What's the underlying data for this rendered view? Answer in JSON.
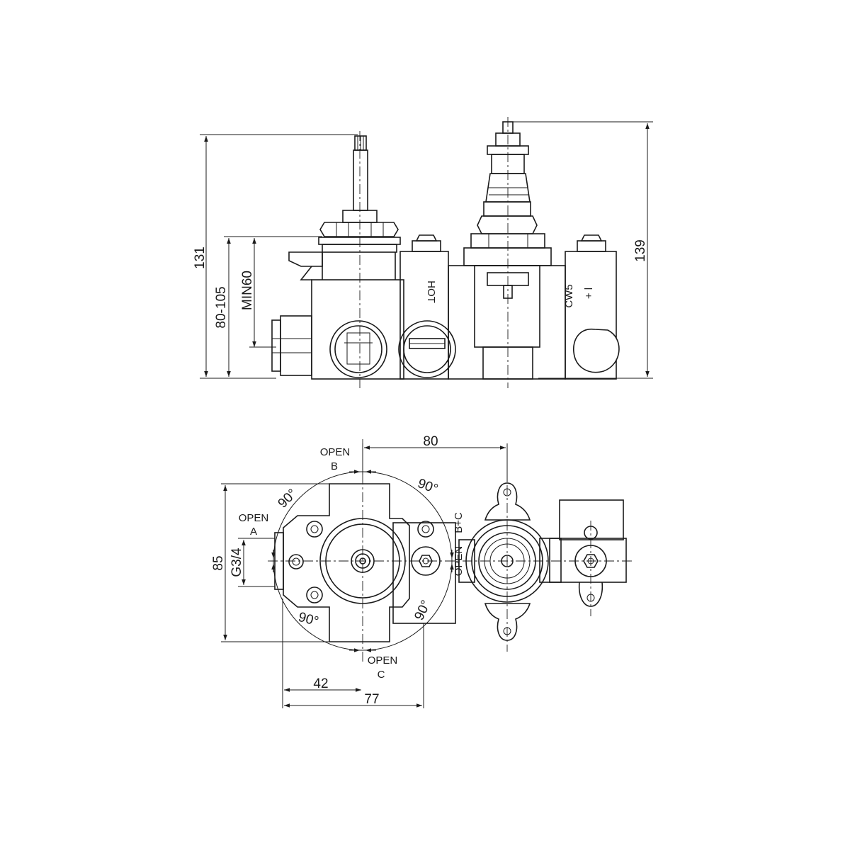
{
  "side_view": {
    "dimensions": {
      "total_height_left": "131",
      "install_depth": "80-105",
      "min_depth": "MIN60",
      "total_height_right": "139"
    },
    "labels": {
      "hot": "HOT",
      "cw5": "CW5",
      "plus_minus": "+ l"
    }
  },
  "top_view": {
    "dimensions": {
      "cartridge_spacing": "80",
      "body_height": "85",
      "thread": "G3/4",
      "offset_small": "42",
      "offset_large": "77"
    },
    "angles": [
      "90°",
      "90°",
      "90°",
      "90°"
    ],
    "labels": {
      "open_b_1": "OPEN",
      "open_b_2": "B",
      "open_a_1": "OPEN",
      "open_a_2": "A",
      "open_c_1": "OPEN",
      "open_c_2": "C",
      "open_bc_1": "OPEN",
      "open_bc_2": "B+C"
    }
  }
}
